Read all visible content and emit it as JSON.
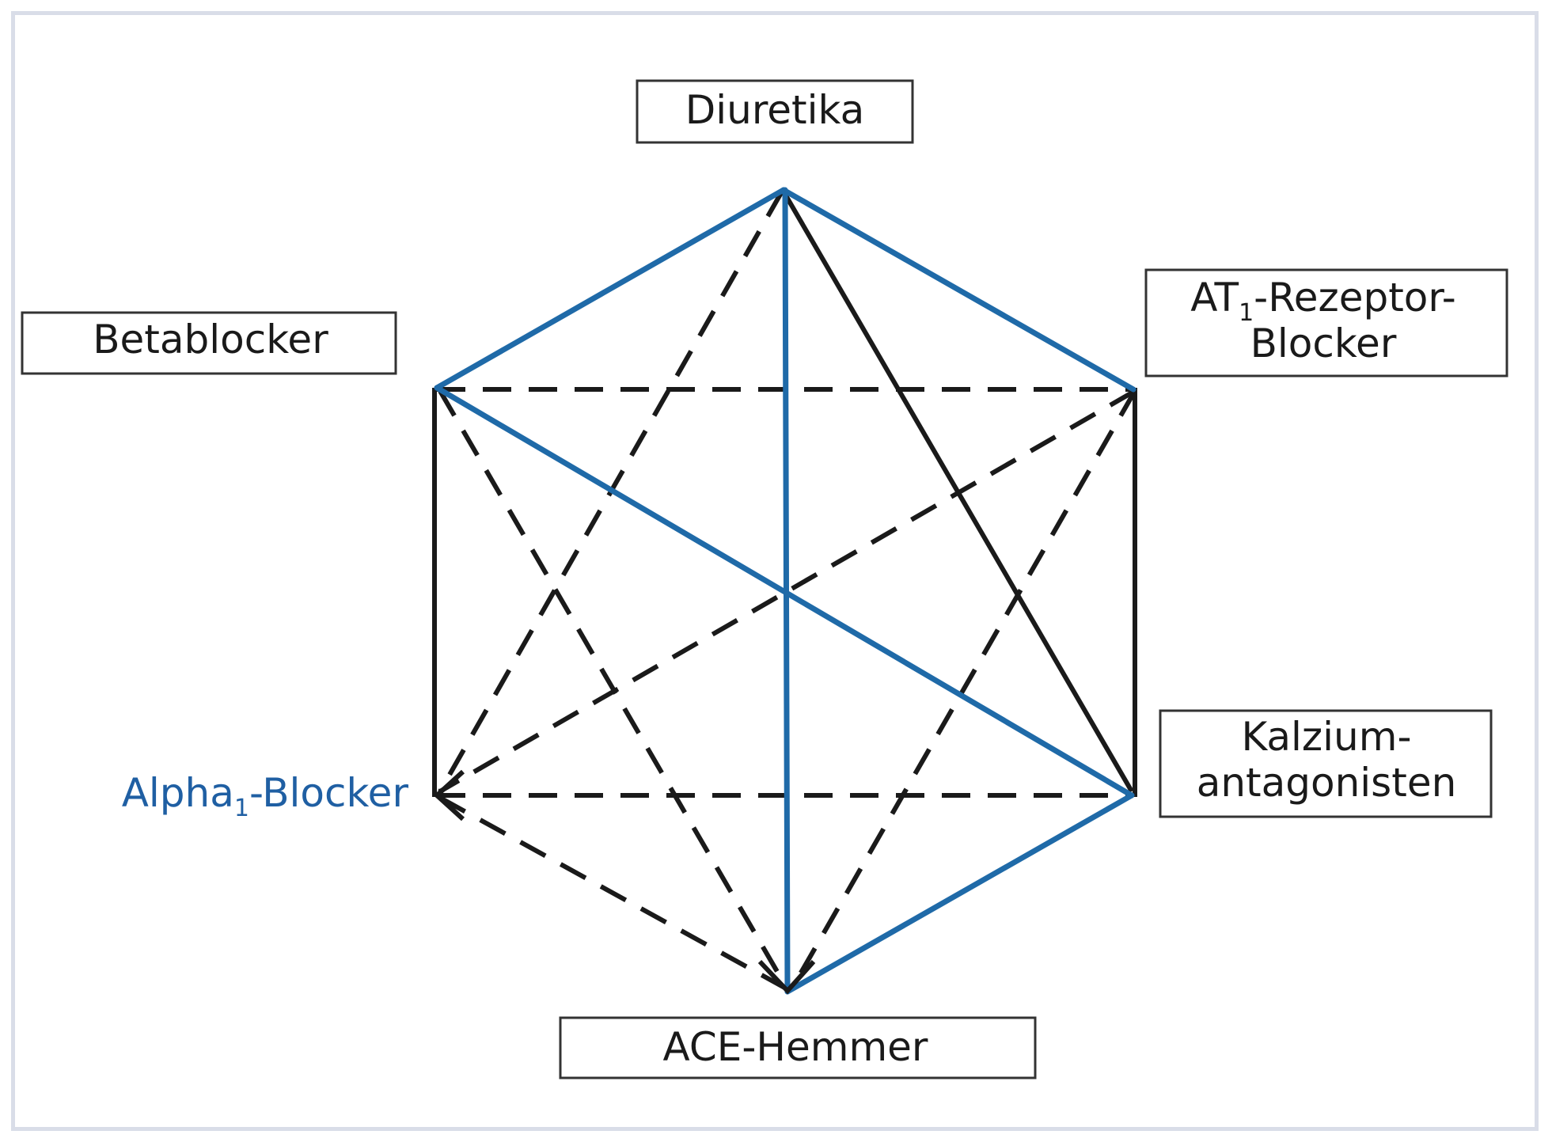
{
  "nodes": {
    "diuretika": "Diuretika",
    "betablocker": "Betablocker",
    "at1_main": "AT",
    "at1_sub": "1",
    "at1_rest": "-Rezeptor-",
    "at1_line2": "Blocker",
    "kalzium_line1": "Kalzium-",
    "kalzium_line2": "antagonisten",
    "alpha_main": "Alpha",
    "alpha_sub": "1",
    "alpha_rest": "-Blocker",
    "ace": "ACE-Hemmer"
  },
  "colors": {
    "blue_line": "#1f6aa8",
    "black_line": "#1a1a1a",
    "alpha_label": "#1f5fa3",
    "frame": "#d9dde8"
  },
  "edges": {
    "blue_solid": [
      [
        "diuretika",
        "betablocker"
      ],
      [
        "diuretika",
        "at1"
      ],
      [
        "diuretika",
        "ace"
      ],
      [
        "betablocker",
        "kalzium"
      ],
      [
        "kalzium",
        "ace"
      ]
    ],
    "black_solid": [
      [
        "diuretika",
        "kalzium"
      ],
      [
        "betablocker",
        "alpha1"
      ],
      [
        "at1",
        "kalzium"
      ]
    ],
    "black_dashed": [
      [
        "betablocker",
        "at1"
      ],
      [
        "alpha1",
        "kalzium"
      ],
      [
        "diuretika",
        "alpha1"
      ],
      [
        "betablocker",
        "ace"
      ],
      [
        "at1",
        "alpha1"
      ],
      [
        "at1",
        "ace"
      ],
      [
        "alpha1",
        "ace"
      ]
    ]
  }
}
